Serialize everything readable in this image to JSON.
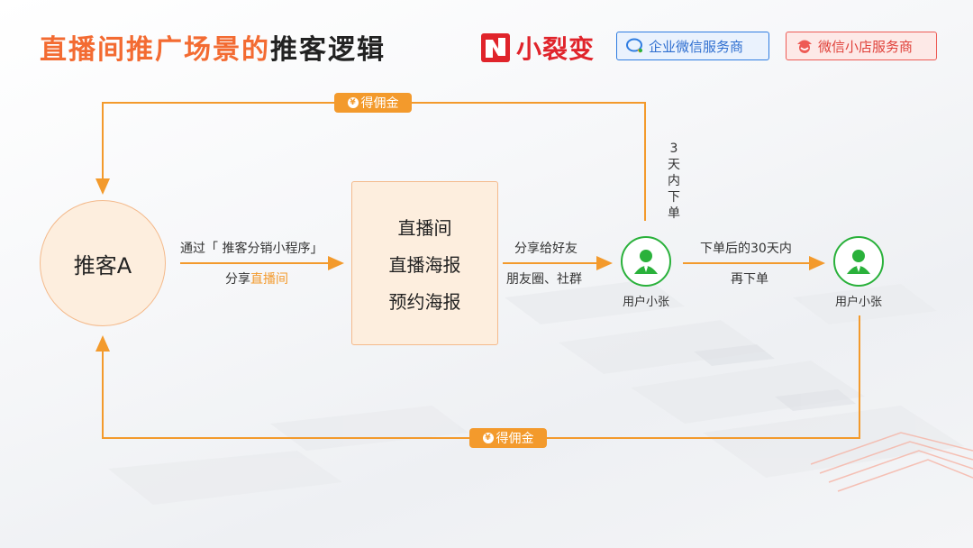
{
  "title": {
    "part1": "直播间推广场景的",
    "part2": "推客逻辑"
  },
  "brand": {
    "name": "小裂变"
  },
  "badges": {
    "enterprise": "企业微信服务商",
    "shop": "微信小店服务商"
  },
  "node_a": {
    "label": "推客A"
  },
  "box": {
    "line1": "直播间",
    "line2": "直播海报",
    "line3": "预约海报"
  },
  "edge1": {
    "line1": "通过「 推客分销小程序」",
    "line2_prefix": "分享",
    "line2_highlight": "直播间"
  },
  "edge2": {
    "line1": "分享给好友",
    "line2": "朋友圈、社群"
  },
  "edge3": {
    "line1": "下单后的30天内",
    "line2": "再下单"
  },
  "vertical_note": "3天内下单",
  "user1": {
    "label": "用户小张"
  },
  "user2": {
    "label": "用户小张"
  },
  "commission_top": "得佣金",
  "commission_bottom": "得佣金",
  "colors": {
    "orange": "#f39a2c",
    "title_orange": "#f36b32",
    "green": "#2ab13b",
    "brand_red": "#e0242b"
  }
}
